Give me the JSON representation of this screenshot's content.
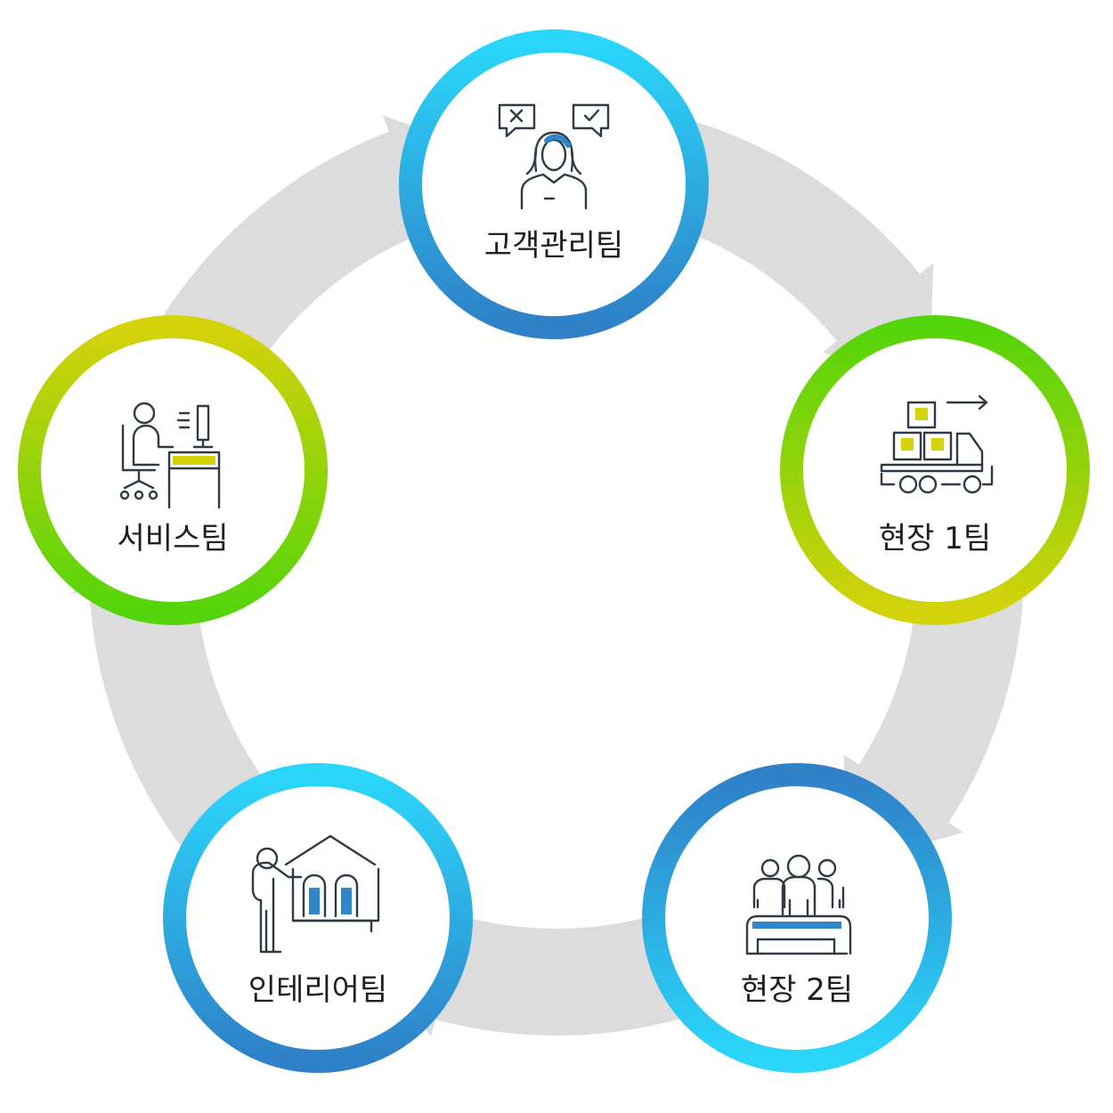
{
  "diagram": {
    "type": "cycle",
    "arrow_color": "#dcdcdc",
    "icon_stroke": "#2f3a45",
    "accent_yellow": "#d5d20a",
    "accent_blue": "#2f86c9",
    "nodes": [
      {
        "label": "고객관리팀",
        "icon": "customer-service-agent-icon",
        "gradient": [
          "#2ad7fb",
          "#2f80c7"
        ]
      },
      {
        "label": "현장 1팀",
        "icon": "delivery-truck-icon",
        "gradient": [
          "#54d40a",
          "#d5d20a"
        ]
      },
      {
        "label": "현장 2팀",
        "icon": "team-meeting-icon",
        "gradient": [
          "#2f80c7",
          "#2ad7fb"
        ]
      },
      {
        "label": "인테리어팀",
        "icon": "house-presentation-icon",
        "gradient": [
          "#2ad7fb",
          "#2f80c7"
        ]
      },
      {
        "label": "서비스팀",
        "icon": "office-desk-worker-icon",
        "gradient": [
          "#d5d20a",
          "#54d40a"
        ]
      }
    ]
  }
}
